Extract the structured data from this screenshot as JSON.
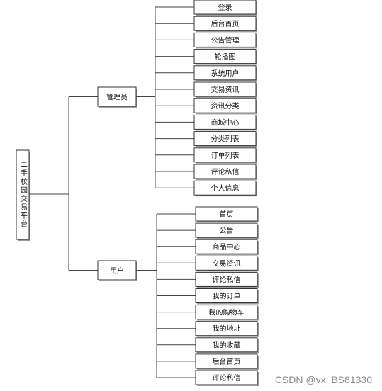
{
  "root": {
    "label": "二手校园交易平台"
  },
  "branches": [
    {
      "label": "管理员",
      "children": [
        "登录",
        "后台首页",
        "公告管理",
        "轮播图",
        "系统用户",
        "交易资讯",
        "资讯分类",
        "商城中心",
        "分类列表",
        "订单列表",
        "评论私信",
        "个人信息"
      ]
    },
    {
      "label": "用户",
      "children": [
        "首页",
        "公告",
        "商品中心",
        "交易资讯",
        "评论私信",
        "我的订单",
        "我的购物车",
        "我的地址",
        "我的收藏",
        "后台首页",
        "评论私信"
      ]
    }
  ],
  "watermark": "CSDN @vx_BS81330"
}
